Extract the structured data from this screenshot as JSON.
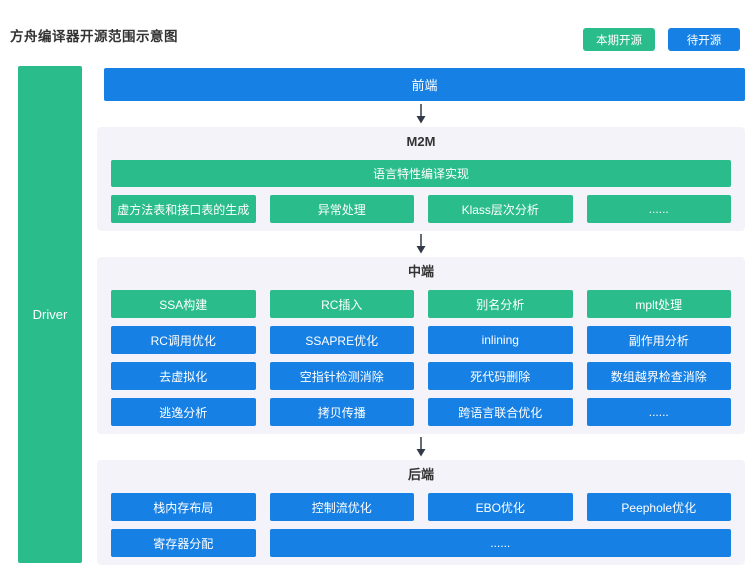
{
  "header": {
    "title": "方舟编译器开源范围示意图",
    "legend": [
      {
        "label": "本期开源",
        "type": "green"
      },
      {
        "label": "待开源",
        "type": "blue"
      }
    ]
  },
  "colors": {
    "green": "#2abd8b",
    "blue": "#1780e4",
    "section_bg": "#f3f3f9",
    "arrow": "#333a47",
    "text_dark": "#333333"
  },
  "driver": {
    "label": "Driver",
    "type": "green"
  },
  "frontend": {
    "label": "前端",
    "type": "blue"
  },
  "m2m": {
    "title": "M2M",
    "full_bar": {
      "label": "语言特性编译实现",
      "type": "green"
    },
    "row": [
      {
        "label": "虚方法表和接口表的生成",
        "type": "green"
      },
      {
        "label": "异常处理",
        "type": "green"
      },
      {
        "label": "Klass层次分析",
        "type": "green"
      },
      {
        "label": "......",
        "type": "green"
      }
    ]
  },
  "midend": {
    "title": "中端",
    "rows": [
      [
        {
          "label": "SSA构建",
          "type": "green"
        },
        {
          "label": "RC插入",
          "type": "green"
        },
        {
          "label": "别名分析",
          "type": "green"
        },
        {
          "label": "mplt处理",
          "type": "green"
        }
      ],
      [
        {
          "label": "RC调用优化",
          "type": "blue"
        },
        {
          "label": "SSAPRE优化",
          "type": "blue"
        },
        {
          "label": "inlining",
          "type": "blue"
        },
        {
          "label": "副作用分析",
          "type": "blue"
        }
      ],
      [
        {
          "label": "去虚拟化",
          "type": "blue"
        },
        {
          "label": "空指针检测消除",
          "type": "blue"
        },
        {
          "label": "死代码删除",
          "type": "blue"
        },
        {
          "label": "数组越界检查消除",
          "type": "blue"
        }
      ],
      [
        {
          "label": "逃逸分析",
          "type": "blue"
        },
        {
          "label": "拷贝传播",
          "type": "blue"
        },
        {
          "label": "跨语言联合优化",
          "type": "blue"
        },
        {
          "label": "......",
          "type": "blue"
        }
      ]
    ]
  },
  "backend": {
    "title": "后端",
    "rows": [
      [
        {
          "label": "栈内存布局",
          "type": "blue"
        },
        {
          "label": "控制流优化",
          "type": "blue"
        },
        {
          "label": "EBO优化",
          "type": "blue"
        },
        {
          "label": "Peephole优化",
          "type": "blue"
        }
      ],
      [
        {
          "label": "寄存器分配",
          "type": "blue"
        },
        {
          "label": "......",
          "type": "blue",
          "span": 3
        }
      ]
    ]
  }
}
